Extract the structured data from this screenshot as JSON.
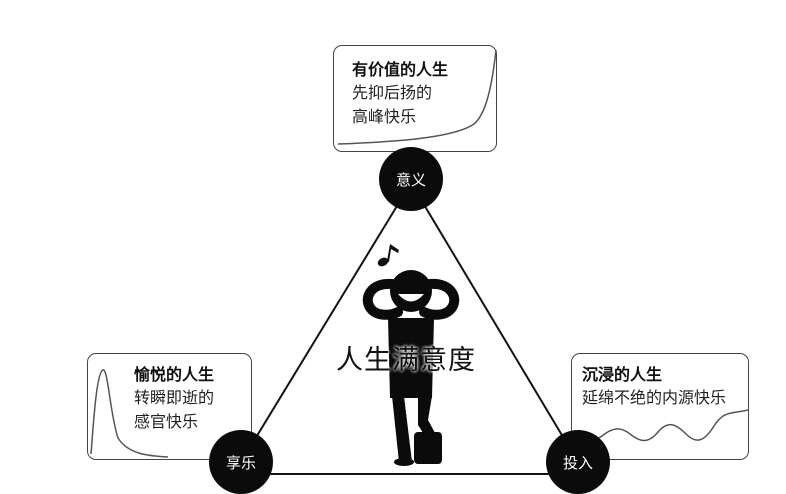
{
  "center": {
    "label": "人生满意度"
  },
  "nodes": {
    "meaning": "意义",
    "pleasure": "享乐",
    "engagement": "投入"
  },
  "cards": {
    "meaning": {
      "title": "有价值的人生",
      "lines": [
        "先抑后扬的",
        "高峰快乐"
      ]
    },
    "pleasure": {
      "title": "愉悦的人生",
      "lines": [
        "转瞬即逝的",
        "感官快乐"
      ]
    },
    "engagement": {
      "title": "沉浸的人生",
      "lines": [
        "延绵不绝的内源快乐"
      ]
    }
  },
  "icons": [
    "music-note-icon",
    "relaxed-person-icon"
  ],
  "colors": {
    "ink": "#0b0b0b",
    "card_border": "#444444",
    "background": "#ffffff"
  }
}
